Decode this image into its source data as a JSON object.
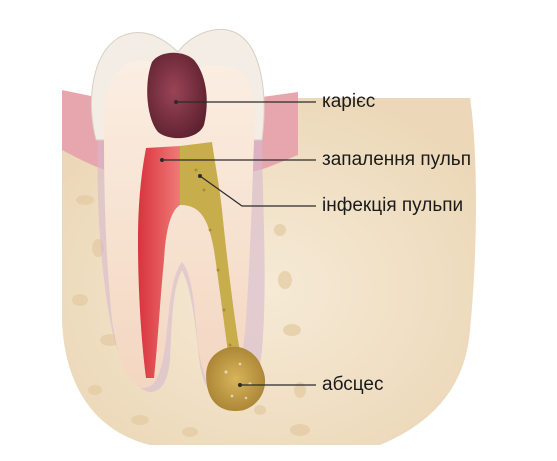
{
  "diagram": {
    "labels": {
      "caries": "карієс",
      "pulp_inflammation": "запалення пульп",
      "pulp_infection": "інфекція пульпи",
      "abscess": "абсцес"
    }
  },
  "colors": {
    "bone": "#f1e3cc",
    "gum": "#e7a6ad",
    "enamel": "#f3ede6",
    "dentin": "#f8e3d1",
    "caries": "#7a3241",
    "inflamed_pulp": "#e0474f",
    "infected_pulp": "#c8ad4c",
    "abscess": "#c49d45",
    "callout_line": "#2b2b2b"
  }
}
